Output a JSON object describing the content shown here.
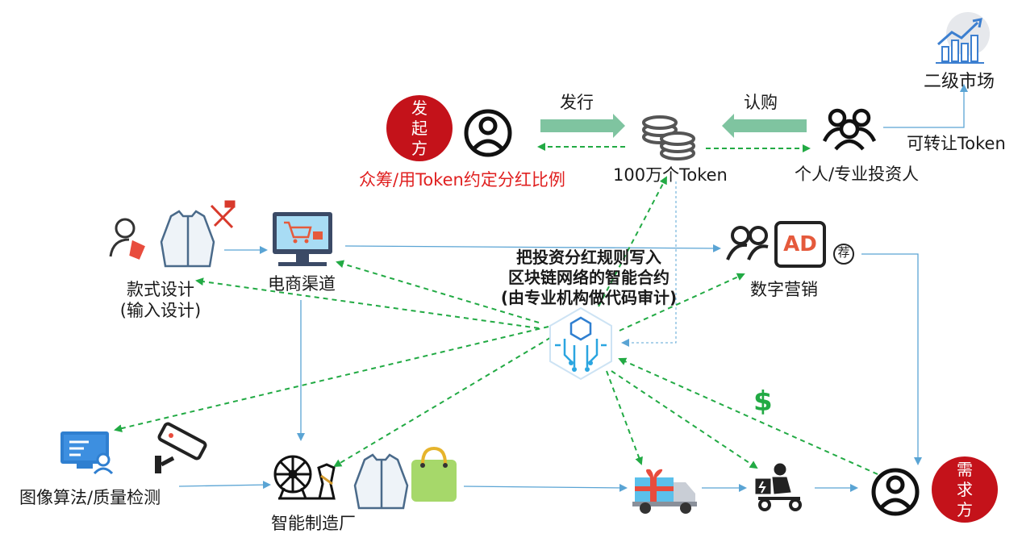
{
  "initiator": {
    "chars": [
      "发",
      "起",
      "方"
    ],
    "caption": "众筹/用Token约定分红比例"
  },
  "token": {
    "issue_label": "发行",
    "subscribe_label": "认购",
    "caption": "100万个Token"
  },
  "investors": {
    "caption": "个人/专业投资人"
  },
  "secondary_market": {
    "caption": "二级市场",
    "transfer_label": "可转让Token"
  },
  "design": {
    "line1": "款式设计",
    "line2": "(输入设计)"
  },
  "ecommerce": {
    "caption": "电商渠道"
  },
  "smart_contract": {
    "line1": "把投资分红规则写入",
    "line2": "区块链网络的智能合约",
    "line3": "(由专业机构做代码审计)"
  },
  "marketing": {
    "caption": "数字营销",
    "ad_text": "AD",
    "recommend_char": "荐"
  },
  "quality": {
    "caption": "图像算法/质量检测"
  },
  "factory": {
    "caption": "智能制造厂"
  },
  "payment": {
    "symbol": "$"
  },
  "demand": {
    "chars": [
      "需",
      "求",
      "方"
    ]
  },
  "colors": {
    "accent_red": "#c4121a",
    "arrow_green": "#7fc4a0",
    "dashed_green": "#22aa44",
    "line_blue": "#5aa4d4"
  }
}
